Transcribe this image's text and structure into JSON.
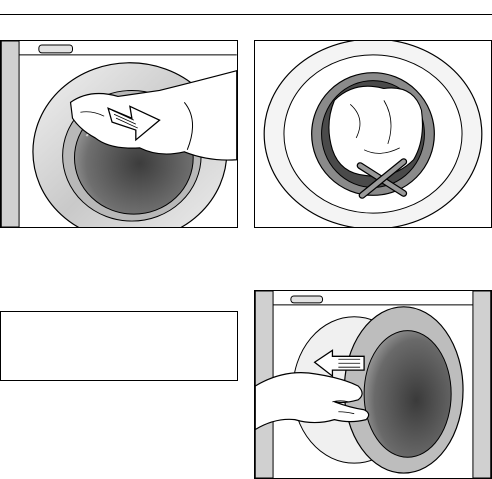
{
  "page": {
    "header_rule": true
  },
  "figures": [
    {
      "id": "fig-open-door",
      "icon": "pull-door-handle-illustration"
    },
    {
      "id": "fig-load-drum",
      "icon": "load-laundry-not-beyond-mark-illustration"
    },
    {
      "id": "fig-close-door",
      "icon": "push-door-closed-illustration"
    }
  ],
  "note": {
    "text": ""
  },
  "colors": {
    "line": "#000000",
    "mid_grey": "#8a8a8a",
    "light_grey": "#d4d4d4",
    "dark_grey": "#555555"
  }
}
